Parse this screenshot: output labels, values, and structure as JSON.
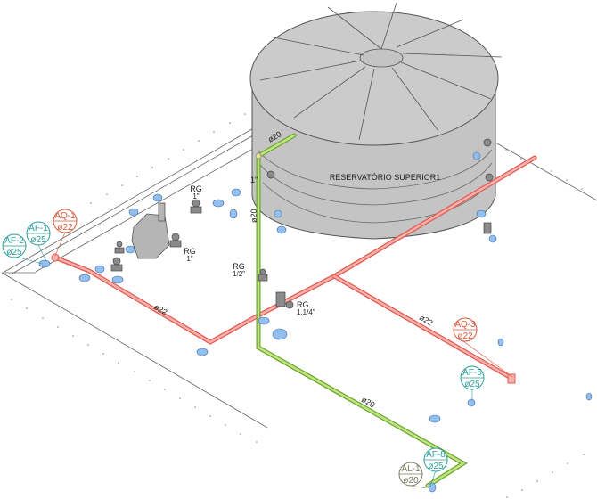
{
  "reservoir": {
    "label": "RESERVATÓRIO SUPERIOR1",
    "fill": "#c8c8c8",
    "stroke": "#555555"
  },
  "colors": {
    "hot_water": "#e8504a",
    "hot_water_fill": "#f4a19c",
    "cold_water": "#8cc63f",
    "cold_water_fill": "#b8e07a",
    "fitting": "#8fb8e8",
    "valve": "#777777",
    "tag_af": "#2a9d98",
    "tag_aq": "#d9573a",
    "tag_al": "#7a7a60",
    "slab": "#555555"
  },
  "tags": [
    {
      "id": "AF-2",
      "size": "ø25",
      "kind": "af"
    },
    {
      "id": "AF-1",
      "size": "ø25",
      "kind": "af"
    },
    {
      "id": "AQ-1",
      "size": "ø22",
      "kind": "aq"
    },
    {
      "id": "AQ-3",
      "size": "ø22",
      "kind": "aq"
    },
    {
      "id": "AF-5",
      "size": "ø25",
      "kind": "af"
    },
    {
      "id": "AF-8",
      "size": "ø25",
      "kind": "af"
    },
    {
      "id": "AL-1",
      "size": "ø20",
      "kind": "al"
    }
  ],
  "valve_labels": [
    {
      "code": "RG",
      "size": "1\""
    },
    {
      "code": "RG",
      "size": "1\""
    },
    {
      "code": "RG",
      "size": "1/2\""
    },
    {
      "code": "RG",
      "size": "1.1/4\""
    }
  ],
  "pipe_labels": {
    "hot_left": "ø22",
    "hot_right": "ø22",
    "cold_top": "ø20",
    "cold_vertical": "ø20",
    "cold_bottom": "ø20",
    "cold_riser_size": "1\""
  }
}
